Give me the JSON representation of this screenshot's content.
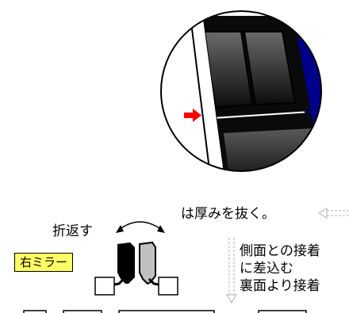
{
  "labels": {
    "thickness_note": "は厚みを抜く。",
    "fold_note": "折返す",
    "badge": "右ミラー",
    "insert_note_line1": "側面との接着",
    "insert_note_line2": "に差込む",
    "back_note": "裏面より接着"
  },
  "colors": {
    "badge_fill": "#ffff66",
    "arrow_red": "#ff0000",
    "accent_blue": "#000080",
    "part_black": "#000000",
    "part_gray": "#c0c0c0",
    "dashed_arrow": "#b0b0b0"
  },
  "icons": {
    "pointer": "red-right-arrow",
    "fold": "curved-double-arrow",
    "direction": "dashed-left-arrow"
  }
}
